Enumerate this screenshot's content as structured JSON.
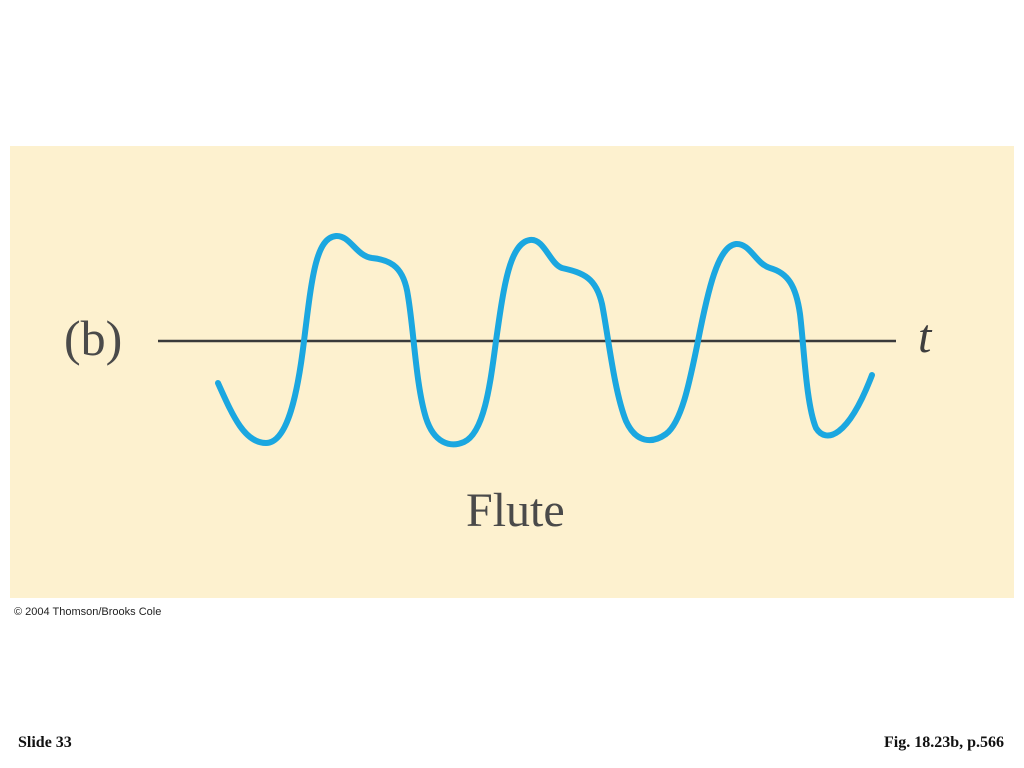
{
  "figure": {
    "panel_label": "(b)",
    "axis_label": "t",
    "caption": "Flute",
    "background_color": "#fdf1cf",
    "wave_color": "#1ba7e0",
    "axis_color": "#3a3a3a"
  },
  "copyright": "© 2004 Thomson/Brooks Cole",
  "footer": {
    "slide_label": "Slide 33",
    "figure_reference": "Fig. 18.23b, p.566"
  }
}
